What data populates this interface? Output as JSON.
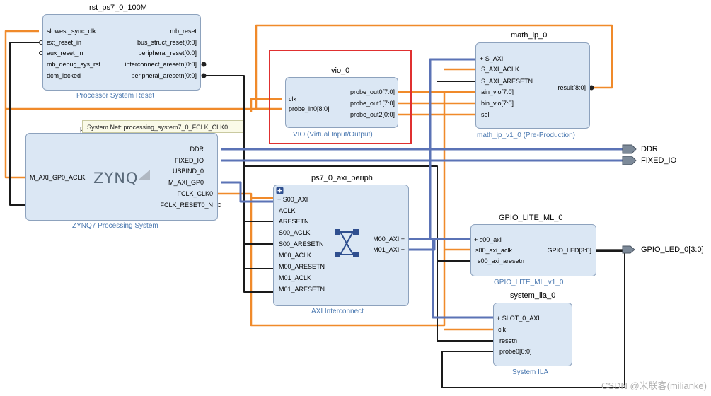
{
  "blocks": {
    "rst": {
      "name": "rst_ps7_0_100M",
      "subtitle": "Processor System Reset",
      "inputs": [
        "slowest_sync_clk",
        "ext_reset_in",
        "aux_reset_in",
        "mb_debug_sys_rst",
        "dcm_locked"
      ],
      "outputs": [
        "mb_reset",
        "bus_struct_reset[0:0]",
        "peripheral_reset[0:0]",
        "interconnect_aresetn[0:0]",
        "peripheral_aresetn[0:0]"
      ]
    },
    "ps7": {
      "name": "processing_system7_0",
      "subtitle": "ZYNQ7 Processing System",
      "logo": "ZYNQ",
      "inputs": [
        "M_AXI_GP0_ACLK"
      ],
      "outputs": [
        "DDR",
        "FIXED_IO",
        "USBIND_0",
        "M_AXI_GP0",
        "FCLK_CLK0",
        "FCLK_RESET0_N"
      ]
    },
    "vio": {
      "name": "vio_0",
      "subtitle": "VIO (Virtual Input/Output)",
      "inputs": [
        "clk",
        "probe_in0[8:0]"
      ],
      "outputs": [
        "probe_out0[7:0]",
        "probe_out1[7:0]",
        "probe_out2[0:0]"
      ]
    },
    "math": {
      "name": "math_ip_0",
      "subtitle": "math_ip_v1_0 (Pre-Production)",
      "inputs": [
        "S_AXI",
        "S_AXI_ACLK",
        "S_AXI_ARESETN",
        "ain_vio[7:0]",
        "bin_vio[7:0]",
        "sel"
      ],
      "outputs": [
        "result[8:0]"
      ]
    },
    "axi": {
      "name": "ps7_0_axi_periph",
      "subtitle": "AXI Interconnect",
      "inputs": [
        "S00_AXI",
        "ACLK",
        "ARESETN",
        "S00_ACLK",
        "S00_ARESETN",
        "M00_ACLK",
        "M00_ARESETN",
        "M01_ACLK",
        "M01_ARESETN"
      ],
      "outputs": [
        "M00_AXI",
        "M01_AXI"
      ]
    },
    "gpio": {
      "name": "GPIO_LITE_ML_0",
      "subtitle": "GPIO_LITE_ML_v1_0",
      "inputs": [
        "s00_axi",
        "s00_axi_aclk",
        "s00_axi_aresetn"
      ],
      "outputs": [
        "GPIO_LED[3:0]"
      ]
    },
    "ila": {
      "name": "system_ila_0",
      "subtitle": "System ILA",
      "inputs": [
        "SLOT_0_AXI",
        "clk",
        "resetn",
        "probe0[0:0]"
      ]
    }
  },
  "external_ports": [
    "DDR",
    "FIXED_IO",
    "GPIO_LED_0[3:0]"
  ],
  "tooltip": "System Net: processing_system7_0_FCLK_CLK0",
  "watermark": "CSDN @米联客(milianke)",
  "colors": {
    "clock_net": "#f08a2a",
    "axi_bus": "#5b73b6",
    "reset_net": "#1a1a1a",
    "block_fill": "#dbe7f4",
    "highlight": "#e03030"
  }
}
